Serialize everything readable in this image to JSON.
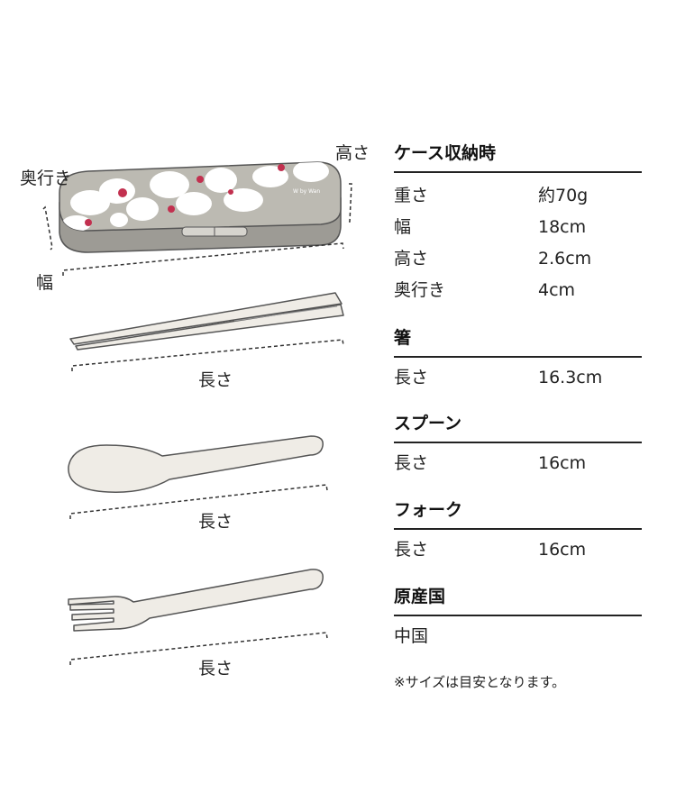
{
  "illustration": {
    "case_labels": {
      "height": "高さ",
      "depth": "奥行き",
      "width": "幅"
    },
    "case_brand": "W by Wan",
    "chopsticks_label": "長さ",
    "spoon_label": "長さ",
    "fork_label": "長さ",
    "colors": {
      "case_body": "#bcbab2",
      "case_base": "#9d9b95",
      "flower": "#ffffff",
      "accent": "#c2304f",
      "utensil": "#efece6",
      "outline": "#555555"
    }
  },
  "specs": [
    {
      "title": "ケース収納時",
      "rows": [
        {
          "key": "重さ",
          "value": "約70g"
        },
        {
          "key": "幅",
          "value": "18cm"
        },
        {
          "key": "高さ",
          "value": "2.6cm"
        },
        {
          "key": "奥行き",
          "value": "4cm"
        }
      ]
    },
    {
      "title": "箸",
      "rows": [
        {
          "key": "長さ",
          "value": "16.3cm"
        }
      ]
    },
    {
      "title": "スプーン",
      "rows": [
        {
          "key": "長さ",
          "value": "16cm"
        }
      ]
    },
    {
      "title": "フォーク",
      "rows": [
        {
          "key": "長さ",
          "value": "16cm"
        }
      ]
    },
    {
      "title": "原産国",
      "rows": [
        {
          "key": "中国",
          "value": ""
        }
      ]
    }
  ],
  "note": "※サイズは目安となります。"
}
